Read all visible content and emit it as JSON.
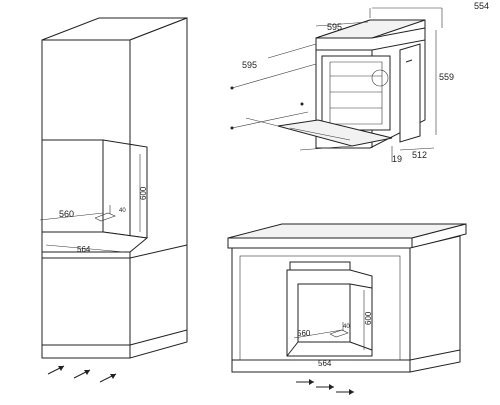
{
  "diagram": {
    "tall_cabinet": {
      "width": "560",
      "depth_marker": "40",
      "opening_width": "564",
      "opening_height": "600"
    },
    "oven": {
      "depth_total": "554",
      "width": "595",
      "height_left": "595",
      "height_right": "559",
      "body_depth": "512",
      "door_offset": "19"
    },
    "under_counter": {
      "width": "560",
      "depth_marker": "40",
      "opening_width": "564",
      "opening_height": "600"
    }
  }
}
